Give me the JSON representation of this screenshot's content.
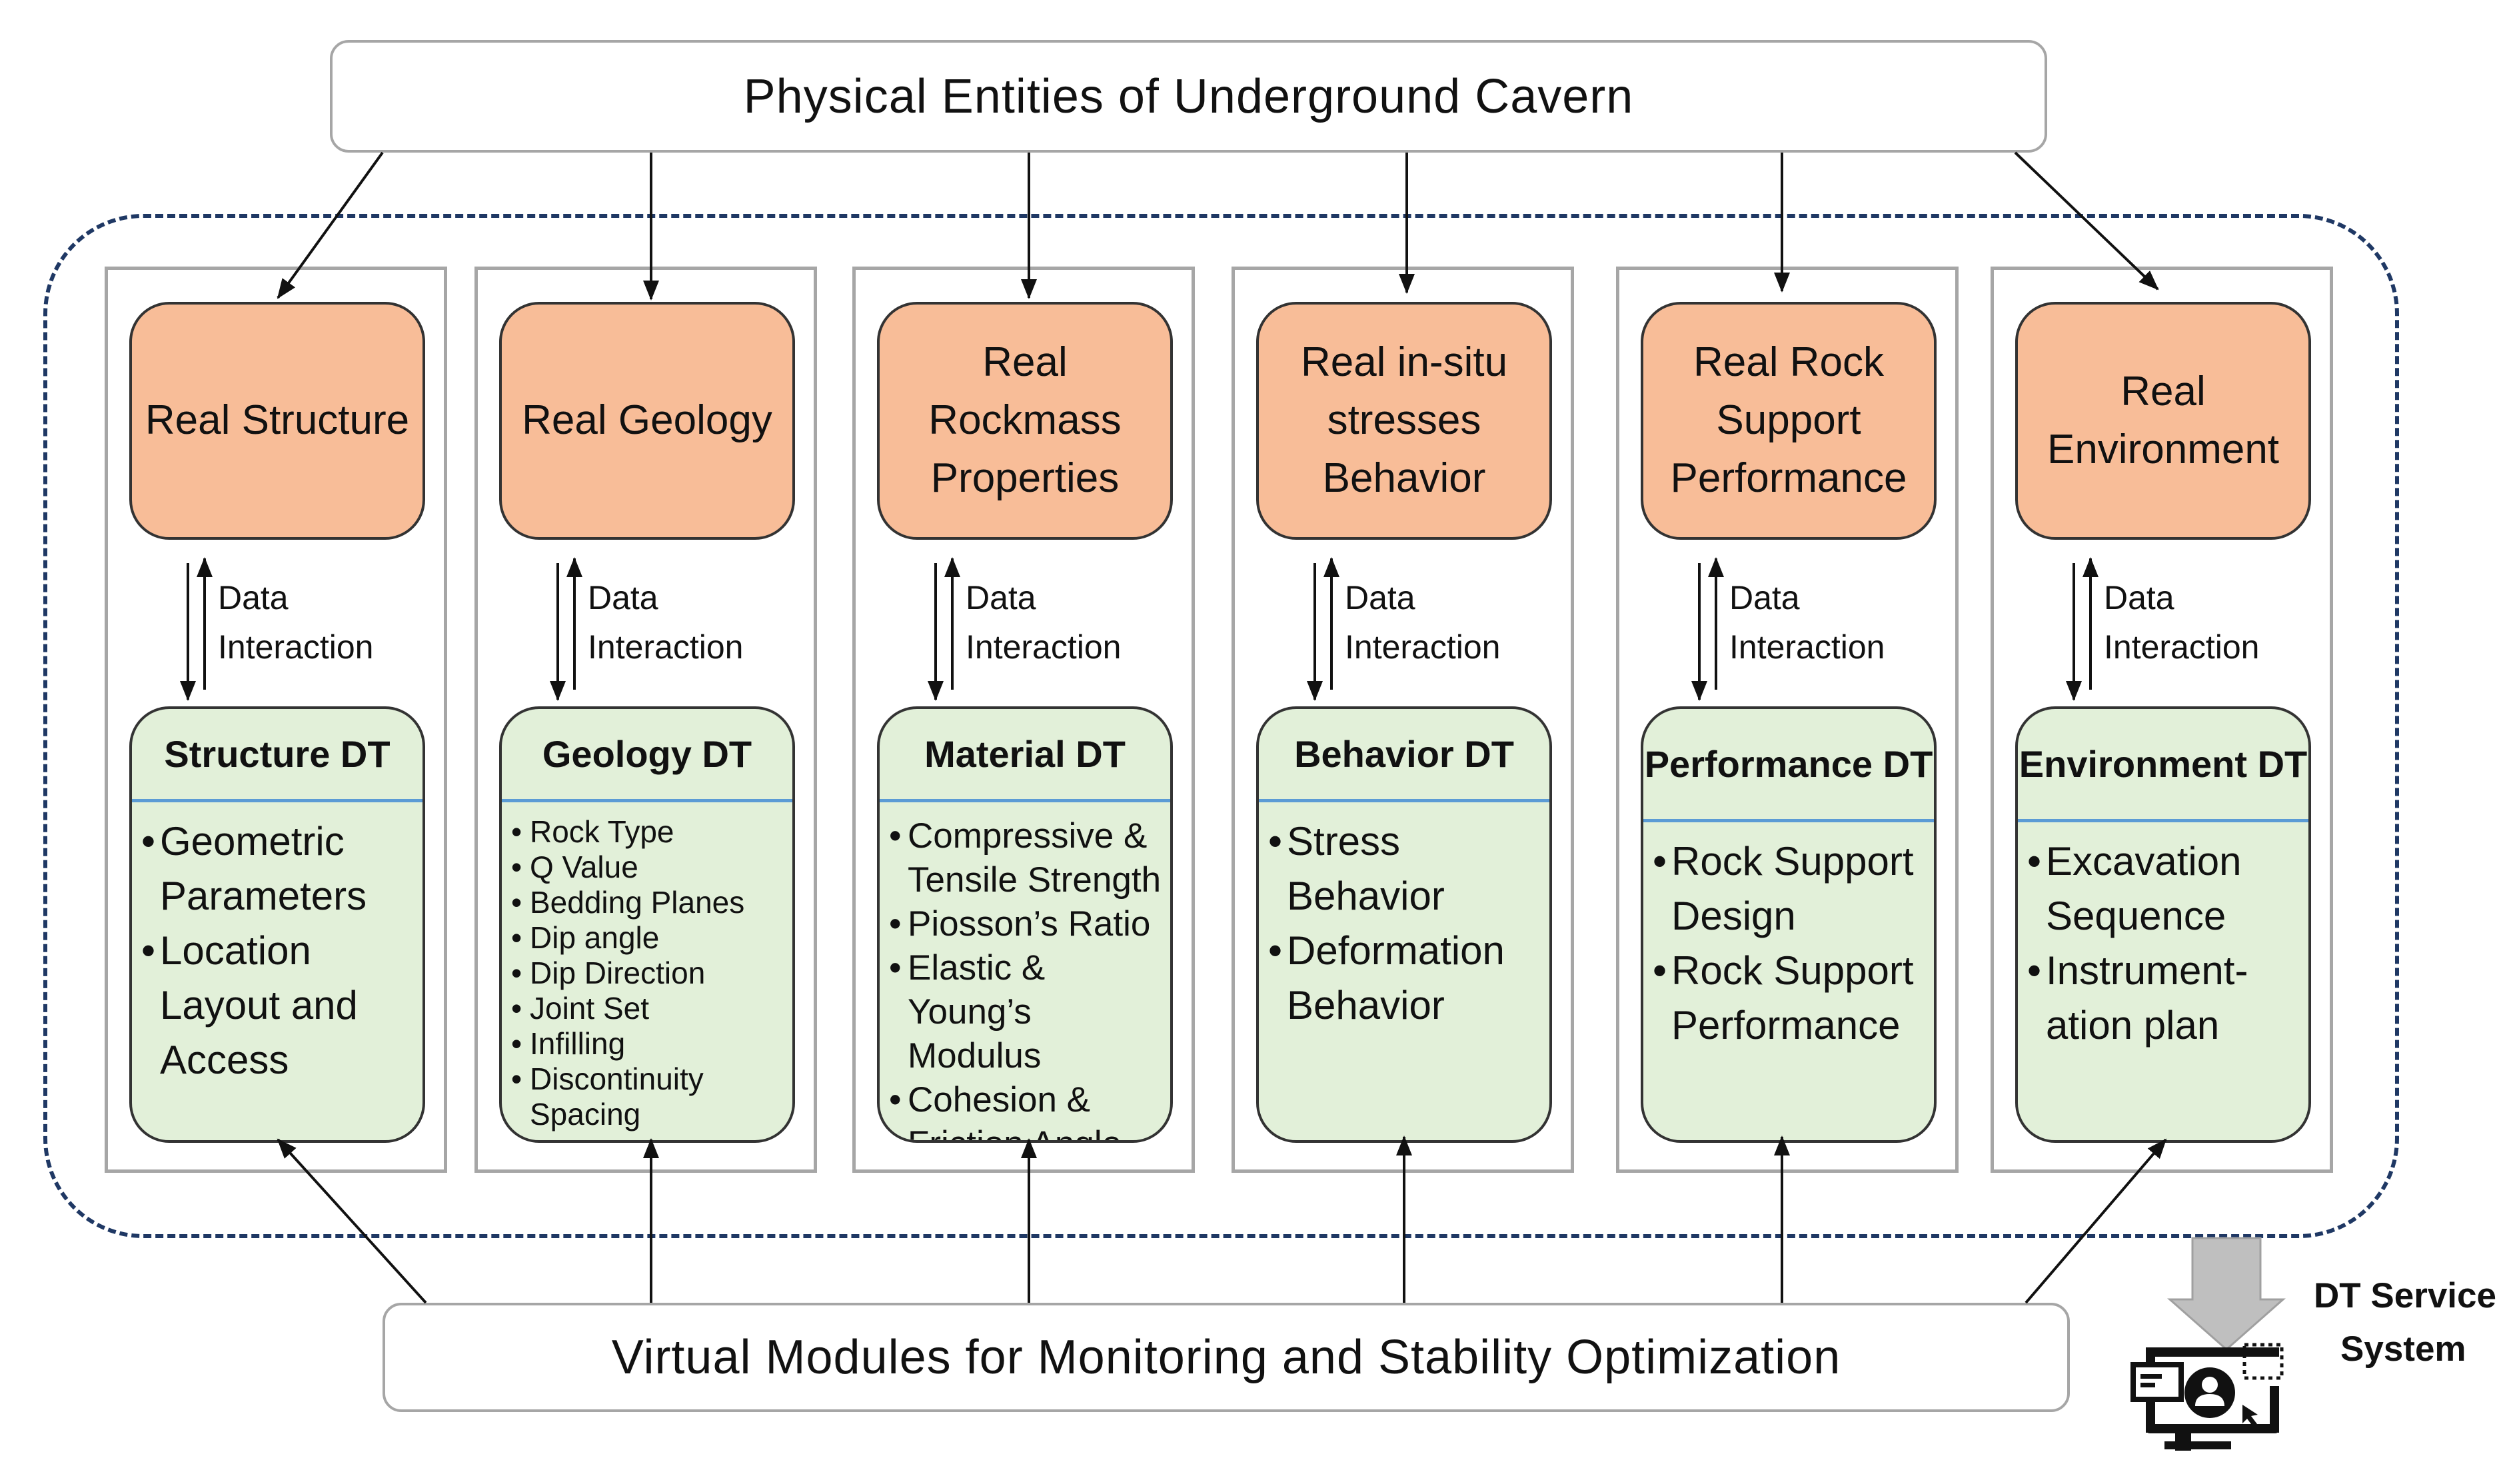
{
  "top": {
    "title": "Physical Entities of Underground Cavern"
  },
  "bottom": {
    "title": "Virtual Modules for Monitoring and Stability Optimization"
  },
  "interaction_label_1": "Data",
  "interaction_label_2": "Interaction",
  "service": {
    "line1": "DT Service",
    "line2": "System",
    "icon": "monitor-user-icon"
  },
  "colors": {
    "real_fill": "#f8bd98",
    "dt_fill": "#e2f0d9",
    "divider": "#5b9bd5",
    "dashed_border": "#1f3864",
    "service_arrow": "#bfbfbf"
  },
  "columns": [
    {
      "real": "Real Structure",
      "dt": "Structure DT",
      "items": [
        "Geometric Parameters",
        "Location Layout and Access"
      ]
    },
    {
      "real": "Real Geology",
      "dt": "Geology DT",
      "items": [
        "Rock Type",
        "Q Value",
        "Bedding Planes",
        "Dip angle",
        "Dip Direction",
        "Joint Set",
        "Infilling",
        "Discontinuity Spacing"
      ]
    },
    {
      "real": "Real Rockmass Properties",
      "dt": "Material DT",
      "items": [
        "Compressive & Tensile Strength",
        "Piosson’s Ratio",
        "Elastic & Young’s Modulus",
        "Cohesion & Friction Angle"
      ]
    },
    {
      "real": "Real in-situ stresses Behavior",
      "dt": "Behavior DT",
      "items": [
        "Stress Behavior",
        "Deformation Behavior"
      ]
    },
    {
      "real": "Real Rock Support Performance",
      "dt": "Performance DT",
      "items": [
        "Rock Support Design",
        "Rock Support Performance"
      ]
    },
    {
      "real": "Real Environment",
      "dt": "Environment DT",
      "items": [
        "Excavation Sequence",
        "Instrument-ation plan"
      ]
    }
  ]
}
